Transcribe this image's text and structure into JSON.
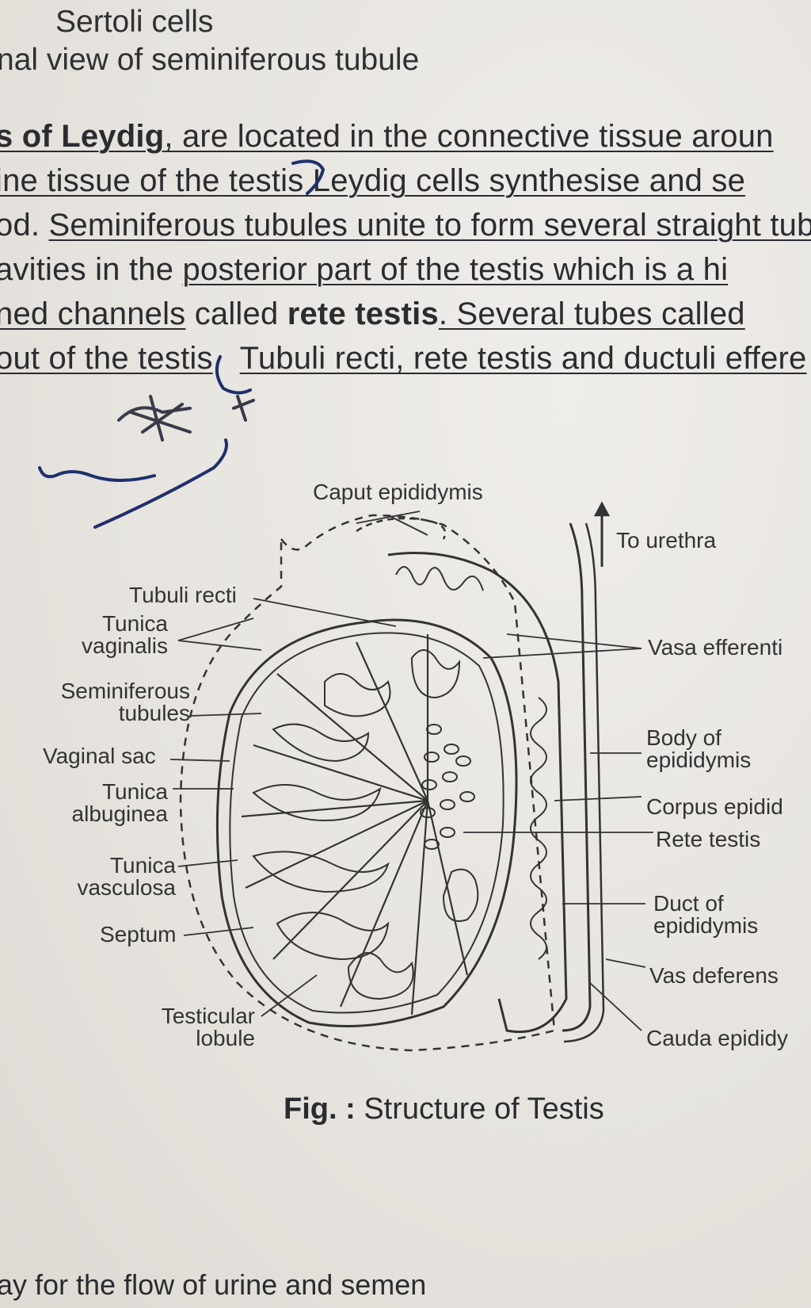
{
  "header": {
    "line1": "Sertoli cells",
    "line2": "nal view of seminiferous tubule"
  },
  "paragraph": {
    "l1_a": "s of Leydig",
    "l1_b": ", are located in the connective tissue aroun",
    "l2_a": "ine tissue of the testis",
    "l2_b": " Leydig cells synthesise and se",
    "l3_a": "od. ",
    "l3_b": "Seminiferous tubules unite to form several straight tub",
    "l4_a": "avities in the ",
    "l4_b": "posterior part of the testis which is a hi",
    "l5_a": "ned channels",
    "l5_b": " called ",
    "l5_c": "rete testis",
    "l5_d": ". Several tubes called",
    "l6_a": "out of the testis",
    "l6_b": "Tubuli recti, rete testis and ductuli effere"
  },
  "figure": {
    "labels": {
      "caput": "Caput epididymis",
      "to_urethra": "To urethra",
      "tubuli_recti": "Tubuli recti",
      "tunica_vaginalis_1": "Tunica",
      "tunica_vaginalis_2": "vaginalis",
      "seminiferous_1": "Seminiferous",
      "seminiferous_2": "tubules",
      "vaginal_sac": "Vaginal sac",
      "tunica_albuginea_1": "Tunica",
      "tunica_albuginea_2": "albuginea",
      "tunica_vasculosa_1": "Tunica",
      "tunica_vasculosa_2": "vasculosa",
      "septum": "Septum",
      "testicular_lobule_1": "Testicular",
      "testicular_lobule_2": "lobule",
      "vasa_efferentia": "Vasa efferenti",
      "body_epididymis_1": "Body of",
      "body_epididymis_2": "epididymis",
      "corpus_epididymis": "Corpus epidid",
      "rete_testis": "Rete testis",
      "duct_epididymis_1": "Duct of",
      "duct_epididymis_2": "epididymis",
      "vas_deferens": "Vas deferens",
      "cauda_epididymis": "Cauda epididy"
    },
    "caption_prefix": "Fig. :",
    "caption_text": " Structure of Testis"
  },
  "footer": {
    "text": "ay for the flow of urine and semen"
  },
  "colors": {
    "paper": "#e9e6e1",
    "ink": "#2b2b30",
    "pen": "#1e3a8a"
  }
}
